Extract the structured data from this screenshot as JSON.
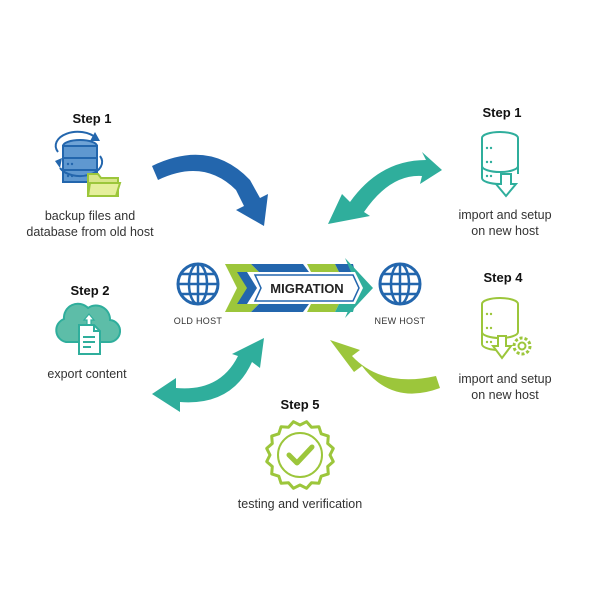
{
  "diagram": {
    "center": {
      "banner_label": "MIGRATION",
      "old_host_label": "OLD HOST",
      "new_host_label": "NEW HOST"
    },
    "steps": [
      {
        "id": "step-backup",
        "title": "Step 1",
        "description_lines": [
          "backup files and",
          "database from old host"
        ],
        "icon": "database-backup-folder-icon"
      },
      {
        "id": "step-import-top",
        "title": "Step 1",
        "description_lines": [
          "import and setup",
          "on new host"
        ],
        "icon": "database-import-icon"
      },
      {
        "id": "step-export",
        "title": "Step 2",
        "description_lines": [
          "export content"
        ],
        "icon": "cloud-upload-document-icon"
      },
      {
        "id": "step-import-setup",
        "title": "Step 4",
        "description_lines": [
          "import and setup",
          "on new host"
        ],
        "icon": "database-import-gear-icon"
      },
      {
        "id": "step-testing",
        "title": "Step 5",
        "description_lines": [
          "testing and verification"
        ],
        "icon": "badge-check-icon"
      }
    ],
    "colors": {
      "dark_blue": "#2366ad",
      "teal": "#2fae9c",
      "lime": "#9cc63b",
      "text": "#333333"
    }
  }
}
